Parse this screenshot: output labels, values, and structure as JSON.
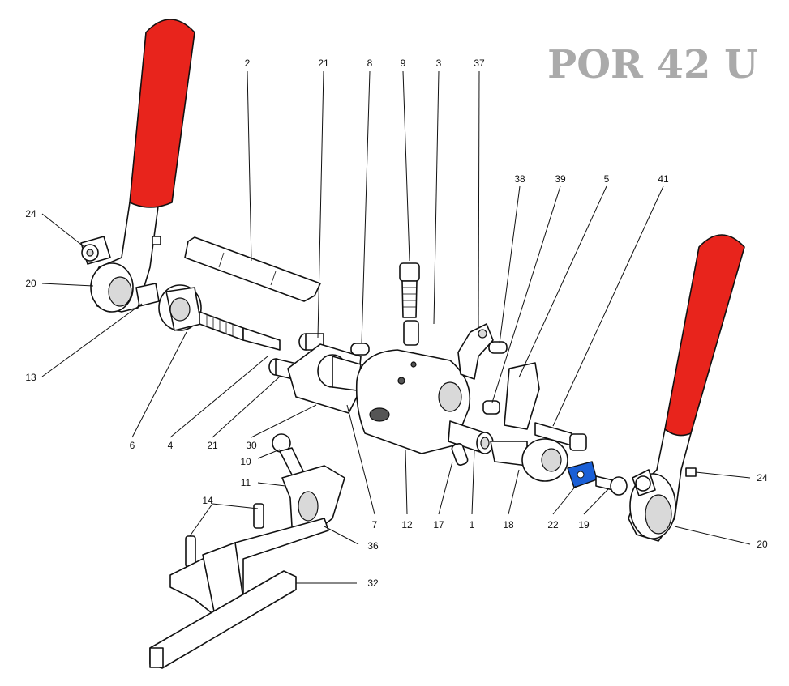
{
  "title": "POR 42 U",
  "colors": {
    "grip": "#e8241c",
    "highlight": "#1a5fd6",
    "line": "#111111",
    "title": "#aaaaaa"
  },
  "callouts": {
    "c2": "2",
    "c21a": "21",
    "c8": "8",
    "c9": "9",
    "c3": "3",
    "c37": "37",
    "c38": "38",
    "c39": "39",
    "c5": "5",
    "c41": "41",
    "c24a": "24",
    "c20a": "20",
    "c13": "13",
    "c6": "6",
    "c4": "4",
    "c21b": "21",
    "c30": "30",
    "c7": "7",
    "c12": "12",
    "c17": "17",
    "c1": "1",
    "c18": "18",
    "c22": "22",
    "c19": "19",
    "c24b": "24",
    "c20b": "20",
    "c10": "10",
    "c11": "11",
    "c14": "14",
    "c36": "36",
    "c32": "32"
  }
}
